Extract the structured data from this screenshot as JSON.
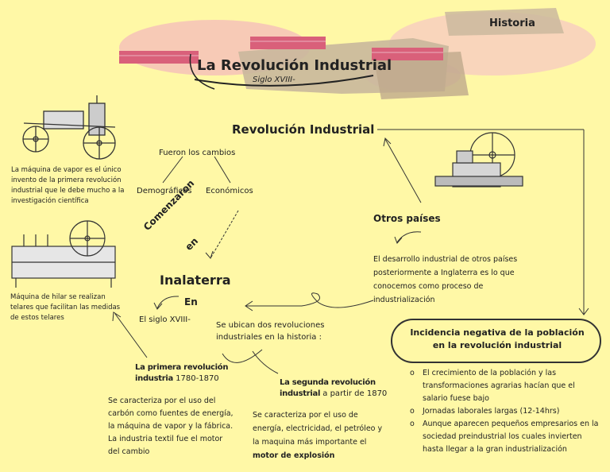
{
  "tag": "Historia",
  "title": "La Revolución Industrial",
  "subtitle": "Siglo XVIII-",
  "center_heading": "Revolución Industrial",
  "changes_label": "Fueron los cambios",
  "change_demo": "Demográficos",
  "change_eco": "Económicos",
  "comenzaron": "Comenzaron",
  "en1": "en",
  "country": "Inalaterra",
  "en2": "En",
  "century": "El siglo XVIII-",
  "steam_caption": "La máquina de vapor es el único invento de la primera revolución industrial que le debe mucho a la investigación científica",
  "spinning_caption": "Máquina de hilar se realizan telares que facilitan las medidas de estos telares",
  "two_revolutions": "Se ubican dos revoluciones industriales en la historia :",
  "first_rev": {
    "title": "La primera revolución industria",
    "years": "1780-1870",
    "text": "Se caracteriza por el uso del carbón como fuentes de energía, la máquina de vapor y la fábrica. La industria textil fue el motor del cambio"
  },
  "second_rev": {
    "title": "La segunda revolución industrial",
    "years": "a partir de 1870",
    "text": "Se caracteriza por el uso de energía, electricidad, el petróleo y la maquina más importante el",
    "bold_end": "motor de explosión"
  },
  "otros": "Otros países",
  "otros_text": "El desarrollo industrial de otros países posteriormente a Inglaterra es lo que conocemos como proceso de industrialización",
  "incidencia_title": "Incidencia negativa de la población en la revolución industrial",
  "incidencia_items": [
    "El crecimiento de la población y las transformaciones agrarias hacían que el salario fuese bajo",
    "Jornadas laborales largas (12-14hrs)",
    "Aunque aparecen pequeños empresarios en la sociedad preindustrial los cuales invierten hasta llegar a la gran industrialización"
  ],
  "colors": {
    "background": "#fff8a6",
    "tape": "#d9607a",
    "paper": "#c9b79c",
    "watercolor": "#f2b7bd"
  }
}
